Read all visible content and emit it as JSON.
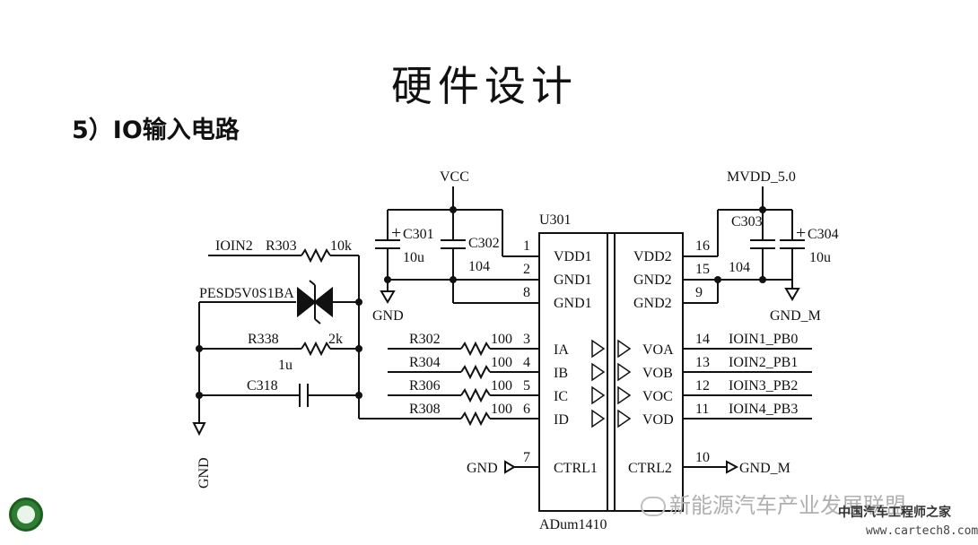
{
  "slide": {
    "title": "硬件设计",
    "subtitle": "5）IO输入电路"
  },
  "schematic": {
    "nets": {
      "vcc": "VCC",
      "mvdd": "MVDD_5.0",
      "gnd_left": "GND",
      "gnd_vert": "GND",
      "gnd_m_top": "GND_M",
      "gnd_ctrl": "GND",
      "gnd_m_ctrl": "GND_M",
      "ioin2": "IOIN2"
    },
    "chip": {
      "ref": "U301",
      "part": "ADum1410"
    },
    "pins_left": [
      {
        "num": "1",
        "name": "VDD1"
      },
      {
        "num": "2",
        "name": "GND1"
      },
      {
        "num": "8",
        "name": "GND1"
      },
      {
        "num": "3",
        "name": "IA"
      },
      {
        "num": "4",
        "name": "IB"
      },
      {
        "num": "5",
        "name": "IC"
      },
      {
        "num": "6",
        "name": "ID"
      },
      {
        "num": "7",
        "name": "CTRL1"
      }
    ],
    "pins_right": [
      {
        "num": "16",
        "name": "VDD2"
      },
      {
        "num": "15",
        "name": "GND2"
      },
      {
        "num": "9",
        "name": "GND2"
      },
      {
        "num": "14",
        "name": "VOA",
        "net": "IOIN1_PB0"
      },
      {
        "num": "13",
        "name": "VOB",
        "net": "IOIN2_PB1"
      },
      {
        "num": "12",
        "name": "VOC",
        "net": "IOIN3_PB2"
      },
      {
        "num": "11",
        "name": "VOD",
        "net": "IOIN4_PB3"
      },
      {
        "num": "10",
        "name": "CTRL2"
      }
    ],
    "caps": [
      {
        "ref": "C301",
        "value": "10u"
      },
      {
        "ref": "C302",
        "value": "104"
      },
      {
        "ref": "C303",
        "value": "104"
      },
      {
        "ref": "C304",
        "value": "10u"
      },
      {
        "ref": "C318",
        "value": "1u"
      }
    ],
    "resistors": [
      {
        "ref": "R303",
        "value": "10k"
      },
      {
        "ref": "R338",
        "value": "2k"
      },
      {
        "ref": "R302",
        "value": "100"
      },
      {
        "ref": "R304",
        "value": "100"
      },
      {
        "ref": "R306",
        "value": "100"
      },
      {
        "ref": "R308",
        "value": "100"
      }
    ],
    "tvs": "PESD5V0S1BA",
    "plus": "+"
  },
  "footer": {
    "wechat_text": "新能源汽车产业发展联盟",
    "watermark_cn": "中国汽车工程师之家",
    "watermark_url": "www.cartech8.com"
  }
}
